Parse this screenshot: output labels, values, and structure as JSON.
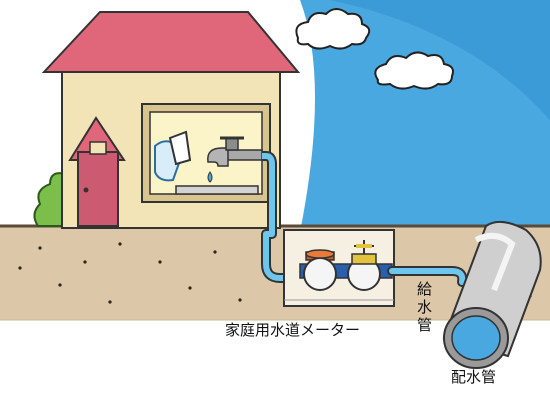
{
  "labels": {
    "meter": "家庭用水道メーター",
    "supply_pipe": "給水管",
    "main_pipe": "配水管"
  },
  "colors": {
    "sky": "#4aa8e0",
    "ground": "#dcc7a8",
    "house_wall": "#f3e4b8",
    "roof": "#e0677a",
    "door": "#cc5a70",
    "water_pipe": "#6fc6ec",
    "meter_box": "#f5f0e2"
  },
  "icons": [
    "cloud-icon",
    "faucet-icon",
    "cup-icon",
    "water-meter-icon",
    "valve-icon",
    "bush-icon"
  ]
}
